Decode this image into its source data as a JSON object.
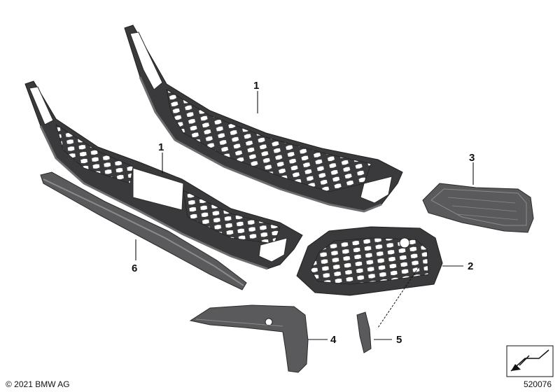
{
  "callouts": {
    "c1_upper": "1",
    "c1_lower": "1",
    "c2": "2",
    "c3": "3",
    "c4": "4",
    "c5": "5",
    "c6": "6"
  },
  "footer": {
    "copyright": "© 2021 BMW AG",
    "diagram_number": "520076"
  },
  "colors": {
    "part_dark": "#3a3a3c",
    "part_mid": "#5a5a5c",
    "part_light": "#8a8a8c",
    "background": "#ffffff"
  },
  "icons": [
    "upper-grille-part-icon",
    "lower-grille-part-icon",
    "trim-strip-part-icon",
    "fog-light-grille-part-icon",
    "fog-light-cover-part-icon",
    "corner-trim-part-icon",
    "small-insert-part-icon",
    "diagram-marker-icon"
  ]
}
